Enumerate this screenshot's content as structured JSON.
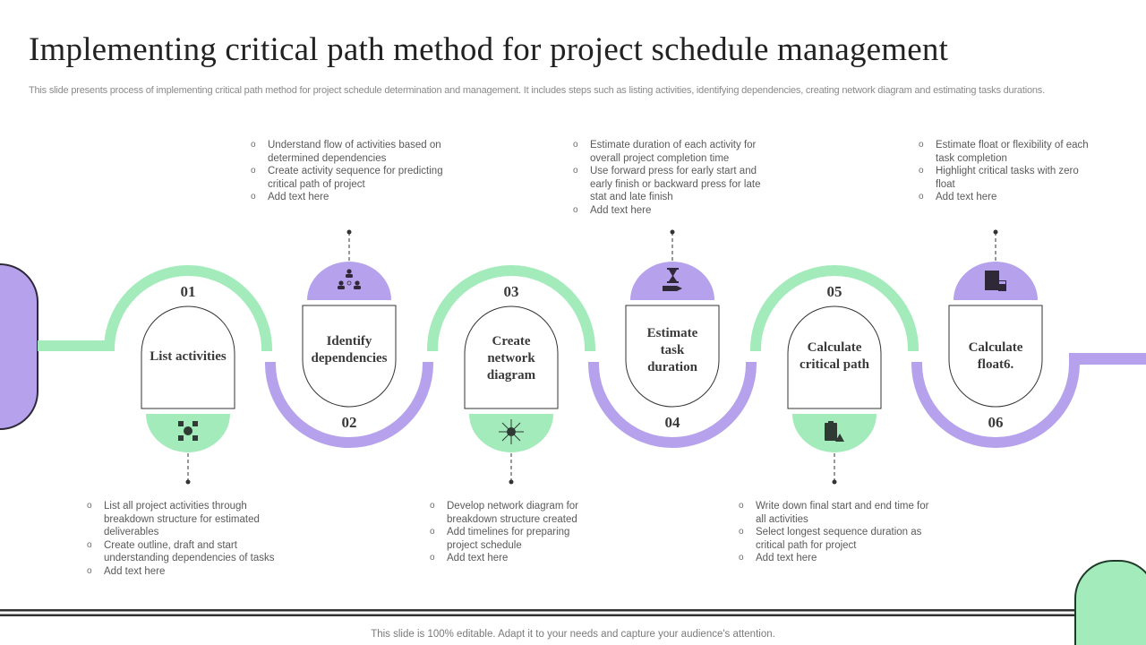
{
  "header": {
    "title": "Implementing critical path method for project schedule management",
    "subtitle": "This slide presents process of implementing critical path method for project schedule determination and management. It includes steps such as listing activities, identifying dependencies, creating network diagram and estimating tasks durations."
  },
  "colors": {
    "green": "#a3ebbb",
    "purple": "#b5a1ec",
    "dark": "#2e2837",
    "text": "#3a3a3a"
  },
  "steps": [
    {
      "number": "01",
      "label": "List activities",
      "icon": "workflow-gear-icon",
      "bullets": [
        "List all project activities through breakdown structure for estimated deliverables",
        "Create outline, draft and start understanding dependencies of tasks",
        "Add text here"
      ]
    },
    {
      "number": "02",
      "label": "Identify dependencies",
      "icon": "team-network-icon",
      "bullets": [
        "Understand flow of activities based on determined dependencies",
        "Create activity  sequence for predicting critical path of project",
        "Add text here"
      ]
    },
    {
      "number": "03",
      "label": "Create network diagram",
      "icon": "network-globe-icon",
      "bullets": [
        "Develop network diagram for breakdown structure created",
        "Add timelines for preparing project schedule",
        "Add text here"
      ]
    },
    {
      "number": "04",
      "label": "Estimate task duration",
      "icon": "hourglass-hand-icon",
      "bullets": [
        "Estimate duration of each activity  for overall project completion time",
        "Use forward press for early start and early finish or backward press for late stat and late finish",
        "Add text here"
      ]
    },
    {
      "number": "05",
      "label": "Calculate critical  path",
      "icon": "clipboard-warning-icon",
      "bullets": [
        "Write down final start and end time for all activities",
        "Select longest sequence duration as critical path for project",
        "Add text here"
      ]
    },
    {
      "number": "06",
      "label": "Calculate float6.",
      "icon": "report-calculator-icon",
      "bullets": [
        "Estimate float or flexibility  of each task completion",
        "Highlight critical tasks with zero float",
        "Add text here"
      ]
    }
  ],
  "footer": {
    "text": "This slide is 100% editable. Adapt it to your needs and capture your audience's attention."
  }
}
